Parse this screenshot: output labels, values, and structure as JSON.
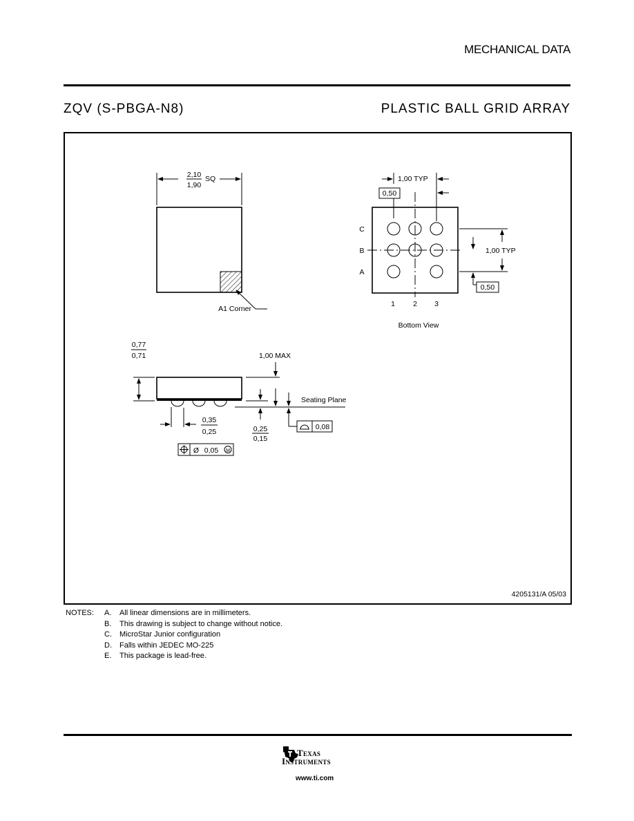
{
  "header": {
    "section": "MECHANICAL DATA"
  },
  "package": {
    "code": "ZQV (S-PBGA-N8)",
    "type": "PLASTIC BALL GRID ARRAY"
  },
  "drawing": {
    "top_view": {
      "width_upper": "2,10",
      "width_lower": "1,90",
      "width_suffix": "SQ",
      "corner_label": "A1 Corner"
    },
    "bottom_view": {
      "pitch_h": "1,00 TYP",
      "offset_top": "0,50",
      "pitch_v": "1,00 TYP",
      "offset_right": "0,50",
      "rows": [
        "C",
        "B",
        "A"
      ],
      "cols": [
        "1",
        "2",
        "3"
      ],
      "caption": "Bottom View"
    },
    "side_view": {
      "height_upper": "0,77",
      "height_lower": "0,71",
      "max_height": "1,00 MAX",
      "seating_plane": "Seating Plane",
      "ball_upper": "0,35",
      "ball_lower": "0,25",
      "standoff_upper": "0,25",
      "standoff_lower": "0,15",
      "coplanarity": "0,08",
      "position_tol": "0,05",
      "position_diameter": "Ø",
      "position_mod": "M"
    },
    "doc_number": "4205131/A 05/03"
  },
  "notes": {
    "label": "NOTES:",
    "items": [
      {
        "letter": "A.",
        "text": "All linear dimensions are in millimeters."
      },
      {
        "letter": "B.",
        "text": "This drawing is subject to change without notice."
      },
      {
        "letter": "C.",
        "text": "MicroStar Junior configuration"
      },
      {
        "letter": "D.",
        "text": "Falls within JEDEC MO-225"
      },
      {
        "letter": "E.",
        "text": "This package is lead-free."
      }
    ]
  },
  "footer": {
    "brand_line1": "Texas",
    "brand_line2": "Instruments",
    "url": "www.ti.com",
    "logo_icon": "ti-state-logo-icon"
  }
}
